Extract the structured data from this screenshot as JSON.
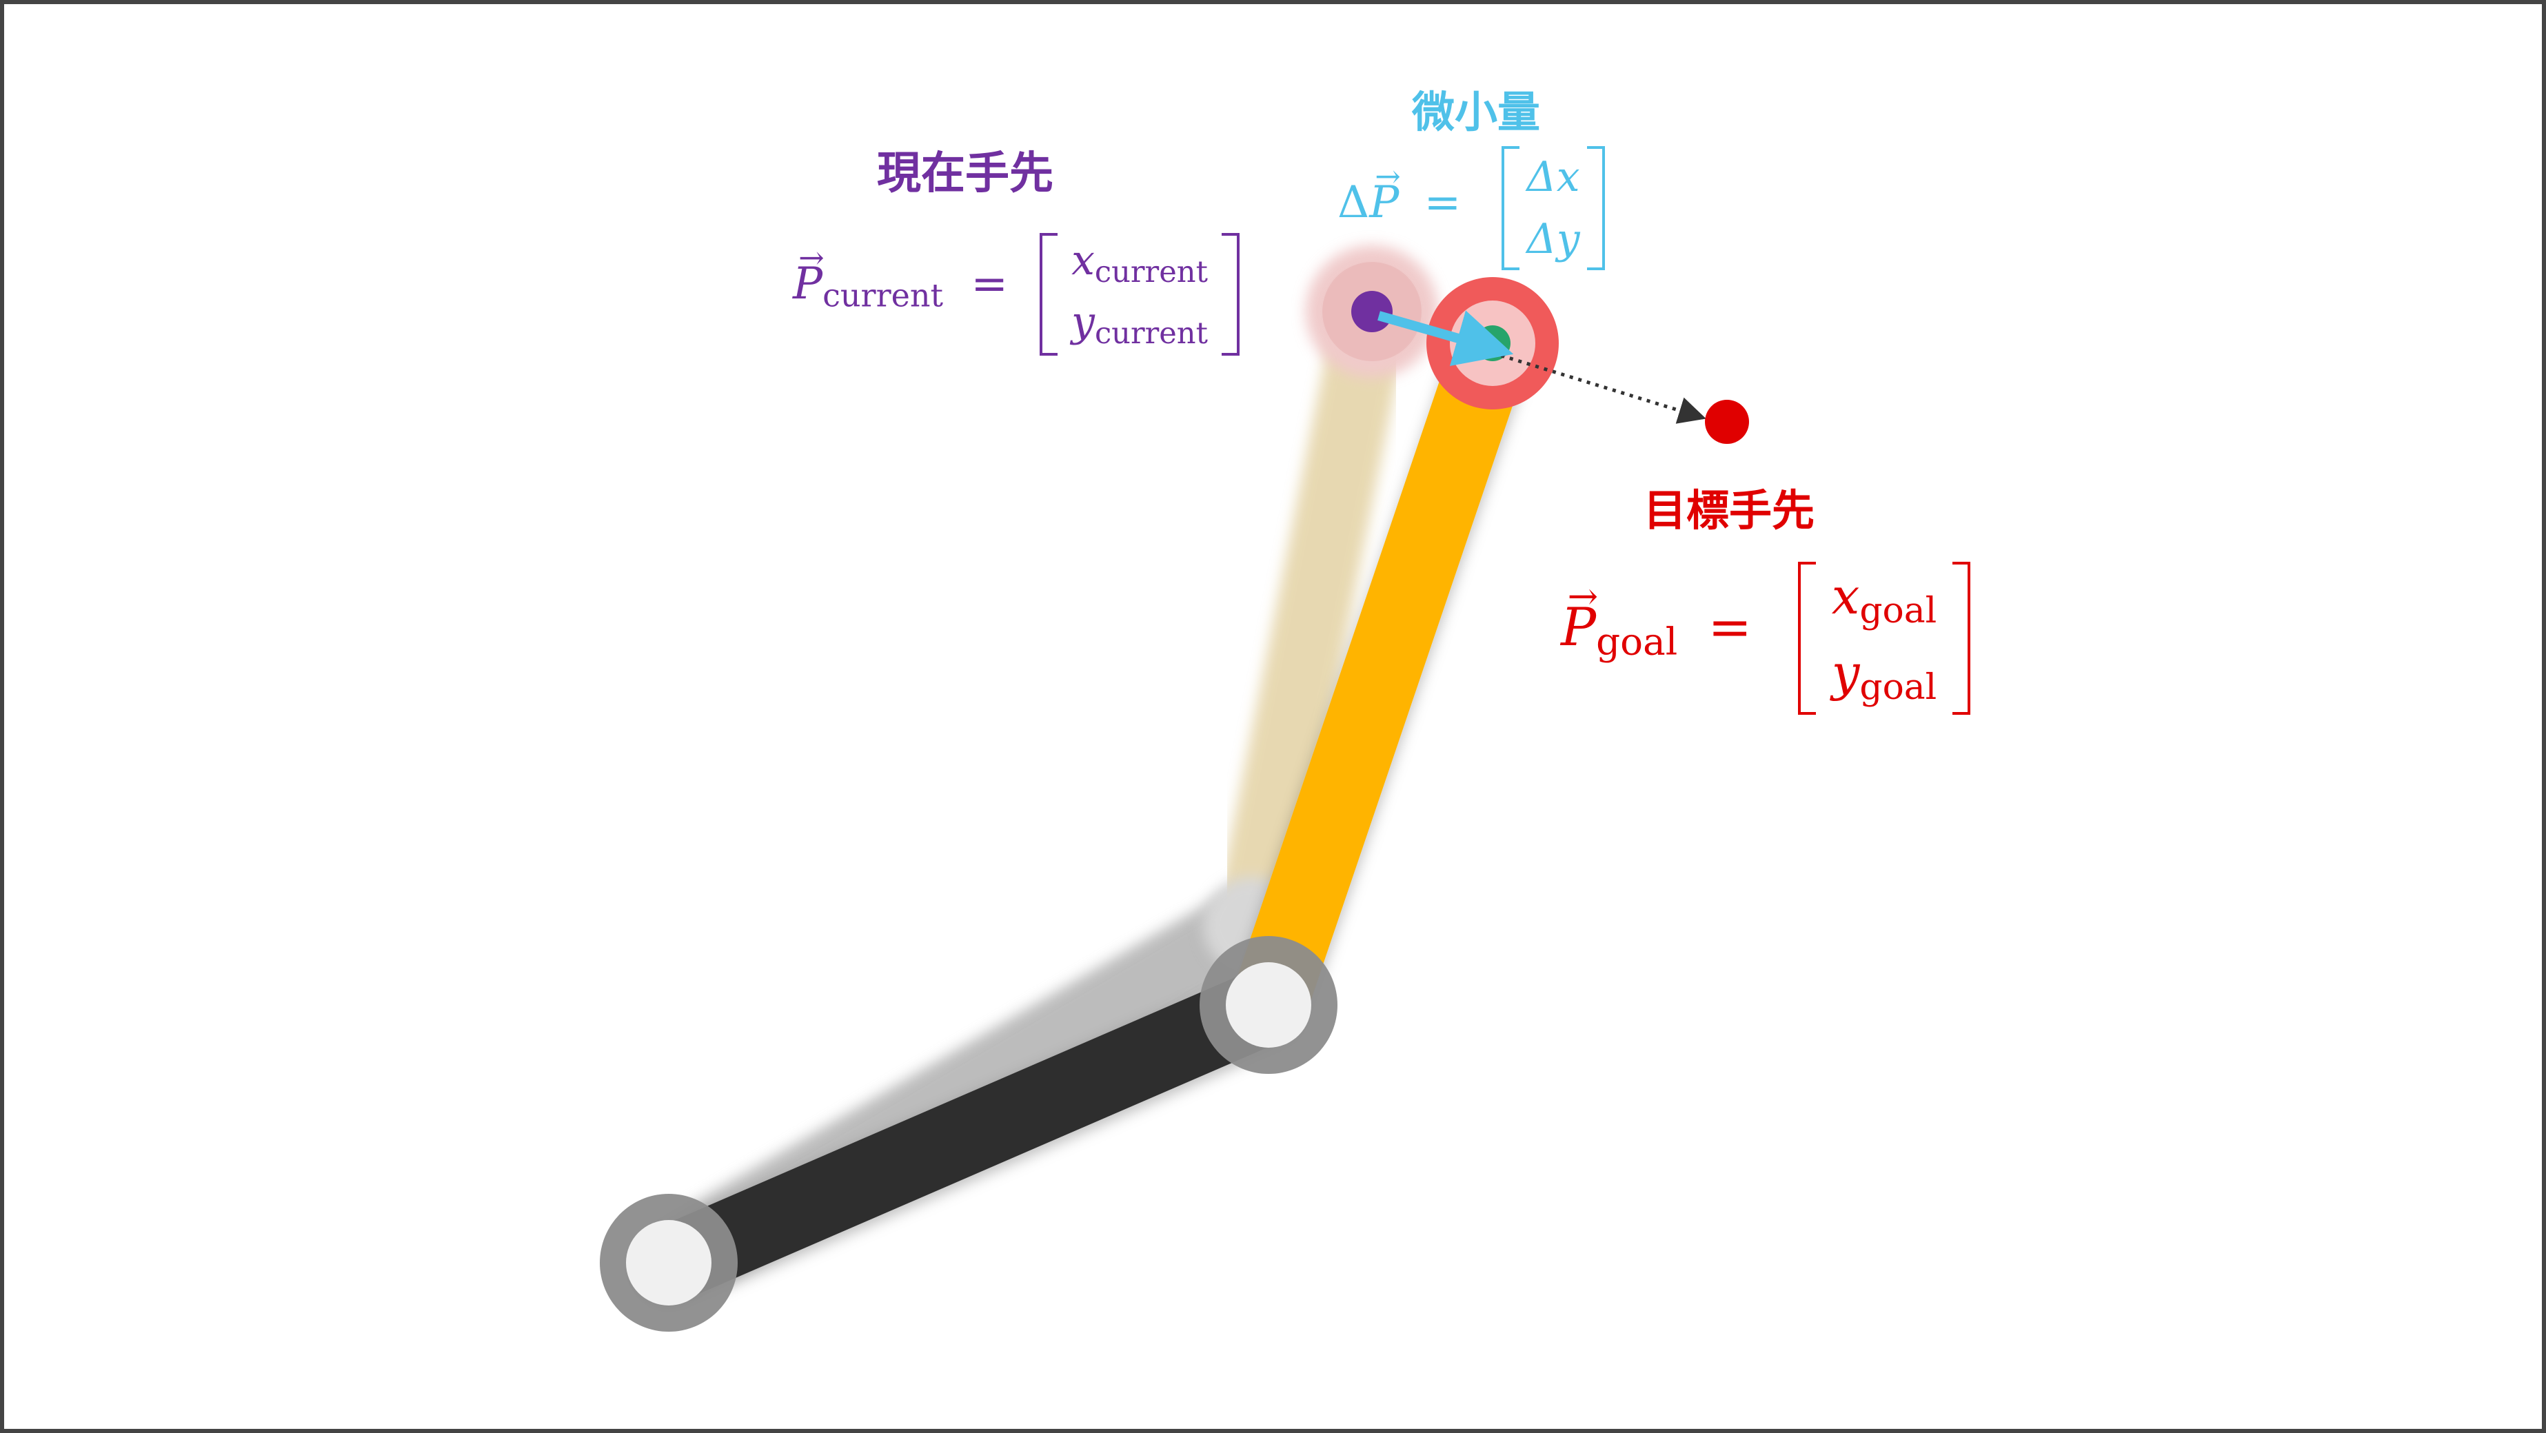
{
  "colors": {
    "current": "#7030a0",
    "delta": "#4fc1e9",
    "goal": "#e00000",
    "link1": "#2e2e2e",
    "link2": "#ffb400",
    "link2_ghost": "#e2cf99",
    "joint_ring": "#8c8c8c",
    "joint_face": "#f0f0f0",
    "tip_current": "#7030a0",
    "tip_new": "#27a46b",
    "halo_new": "#f05a5a"
  },
  "labels": {
    "current": {
      "title": "現在手先",
      "lhs_symbol": "P",
      "lhs_sub": "current",
      "eq": "=",
      "row1_symbol": "x",
      "row1_sub": "current",
      "row2_symbol": "y",
      "row2_sub": "current"
    },
    "delta": {
      "title": "微小量",
      "lhs_prefix": "Δ",
      "lhs_symbol": "P",
      "eq": "=",
      "row1": "Δx",
      "row2": "Δy"
    },
    "goal": {
      "title": "目標手先",
      "lhs_symbol": "P",
      "lhs_sub": "goal",
      "eq": "=",
      "row1_symbol": "x",
      "row1_sub": "goal",
      "row2_symbol": "y",
      "row2_sub": "goal"
    }
  },
  "icons": {
    "base_joint": "circle-joint-icon",
    "elbow_joint": "circle-joint-icon",
    "current_tip": "dot-icon",
    "goal_point": "dot-icon",
    "delta_arrow": "arrow-icon",
    "goal_direction": "dotted-arrow-icon"
  }
}
